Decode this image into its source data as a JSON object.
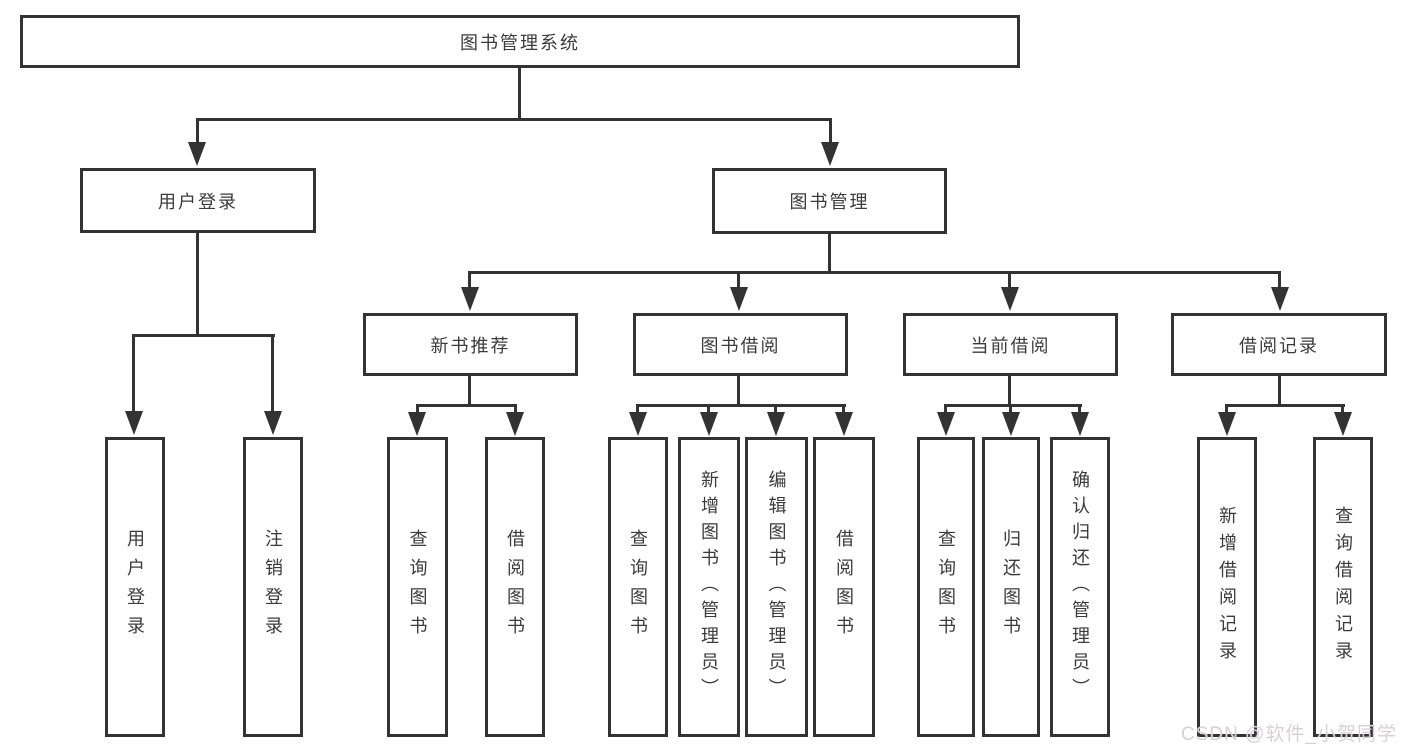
{
  "diagram_title": "图书管理系统",
  "tree": {
    "label": "图书管理系统",
    "children": [
      {
        "label": "用户登录",
        "children": [
          {
            "label": "用户登录"
          },
          {
            "label": "注销登录"
          }
        ]
      },
      {
        "label": "图书管理",
        "children": [
          {
            "label": "新书推荐",
            "children": [
              {
                "label": "查询图书"
              },
              {
                "label": "借阅图书"
              }
            ]
          },
          {
            "label": "图书借阅",
            "children": [
              {
                "label": "查询图书"
              },
              {
                "label": "新增图书（管理员）"
              },
              {
                "label": "编辑图书（管理员）"
              },
              {
                "label": "借阅图书"
              }
            ]
          },
          {
            "label": "当前借阅",
            "children": [
              {
                "label": "查询图书"
              },
              {
                "label": "归还图书"
              },
              {
                "label": "确认归还（管理员）"
              }
            ]
          },
          {
            "label": "借阅记录",
            "children": [
              {
                "label": "新增借阅记录"
              },
              {
                "label": "查询借阅记录"
              }
            ]
          }
        ]
      }
    ]
  },
  "watermark": {
    "text": "CSDN @软件_小贺同学"
  },
  "style": {
    "line_color": "#333333",
    "text_color": "#3b3b3b",
    "watermark_color": "#d8d0d5",
    "background": "#ffffff"
  }
}
